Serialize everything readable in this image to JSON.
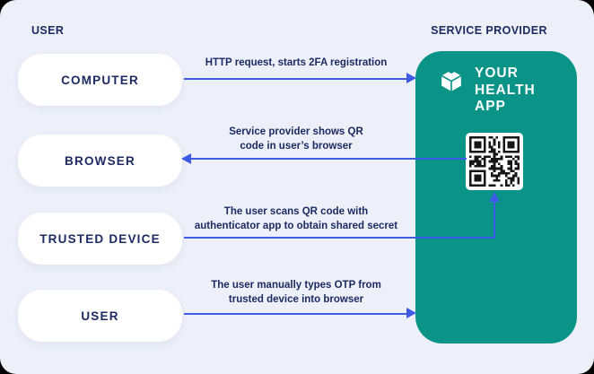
{
  "colors": {
    "background": "#EDF0F9",
    "card": "#FFFFFF",
    "panel_teal": "#0A9488",
    "arrow_blue": "#3D5BE4",
    "text_navy": "#1D2A63",
    "page_corner": "#000000"
  },
  "columns": {
    "left_header": "USER",
    "right_header": "SERVICE PROVIDER"
  },
  "actors": [
    {
      "label": "COMPUTER"
    },
    {
      "label": "BROWSER"
    },
    {
      "label": "TRUSTED DEVICE"
    },
    {
      "label": "USER"
    }
  ],
  "provider": {
    "brand_lines": [
      "YOUR",
      "HEALTH",
      "APP"
    ],
    "logo_icon": "cube-icon",
    "qr_icon": "qr-code"
  },
  "flows": [
    {
      "direction": "right",
      "lines": [
        "HTTP request, starts 2FA registration"
      ]
    },
    {
      "direction": "left",
      "lines": [
        "Service provider shows QR",
        "code in user’s browser"
      ]
    },
    {
      "direction": "up",
      "lines": [
        "The user scans QR code with",
        "authenticator app to obtain shared secret"
      ]
    },
    {
      "direction": "right",
      "lines": [
        "The user manually types OTP from",
        "trusted device into browser"
      ]
    }
  ]
}
